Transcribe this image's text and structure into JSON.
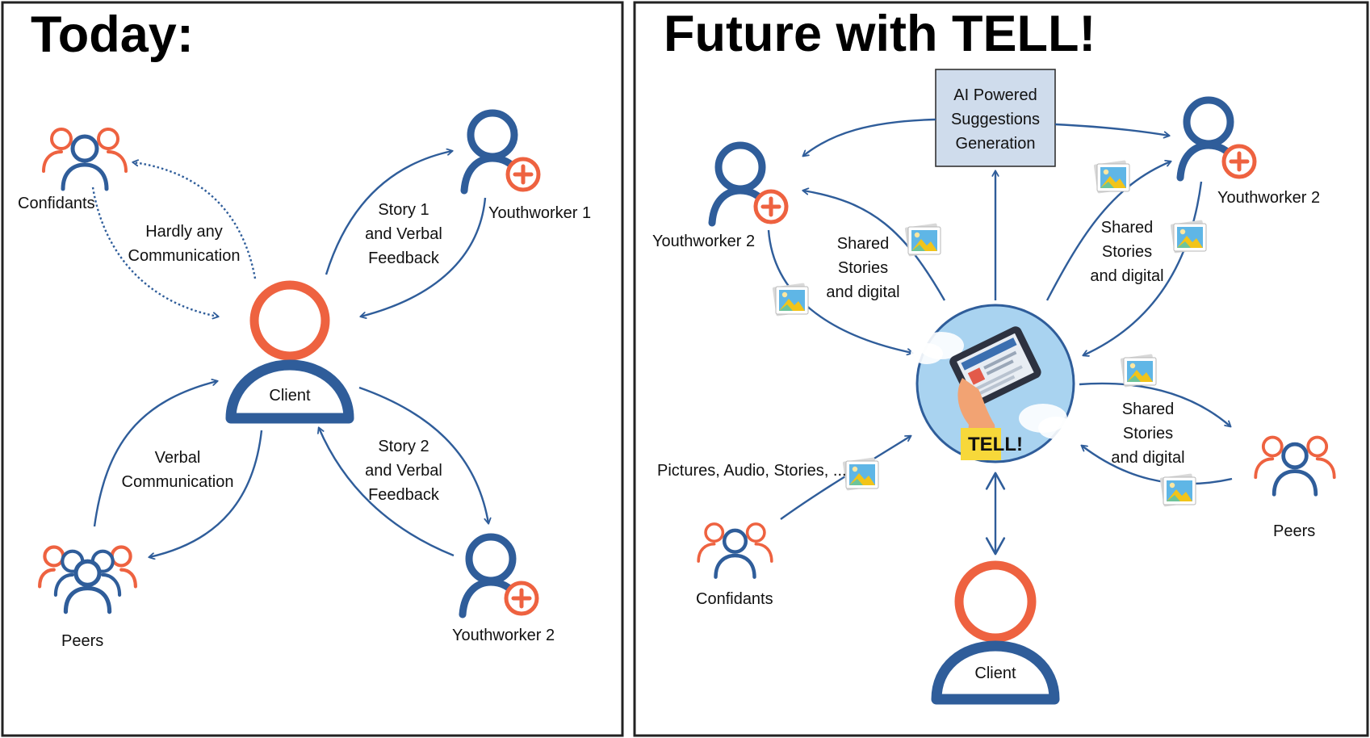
{
  "panels": {
    "today": {
      "title": "Today:",
      "nodes": {
        "confidants": "Confidants",
        "youthworker1": "Youthworker 1",
        "youthworker2": "Youthworker 2",
        "peers": "Peers",
        "client": "Client"
      },
      "edge_labels": {
        "confidants": [
          "Hardly any",
          "Communication"
        ],
        "youthworker1": [
          "Story 1",
          "and Verbal",
          "Feedback"
        ],
        "peers": [
          "Verbal",
          "Communication"
        ],
        "youthworker2": [
          "Story 2",
          "and Verbal",
          "Feedback"
        ]
      }
    },
    "future": {
      "title": "Future with TELL!",
      "ai_box": [
        "AI Powered",
        "Suggestions",
        "Generation"
      ],
      "hub_label": "TELL!",
      "nodes": {
        "youthworker_left": "Youthworker 2",
        "youthworker_right": "Youthworker 2",
        "peers": "Peers",
        "confidants": "Confidants",
        "client": "Client"
      },
      "edge_labels": {
        "left": [
          "Shared",
          "Stories",
          "and digital"
        ],
        "right": [
          "Shared",
          "Stories",
          "and digital"
        ],
        "peers": [
          "Shared",
          "Stories",
          "and digital"
        ],
        "confidants": "Pictures, Audio, Stories, ..."
      }
    }
  },
  "colors": {
    "blue": "#2f5d9a",
    "orange": "#ee6240",
    "ai_box_fill": "#cfdcec",
    "hub_sky": "#a9d3f0"
  }
}
